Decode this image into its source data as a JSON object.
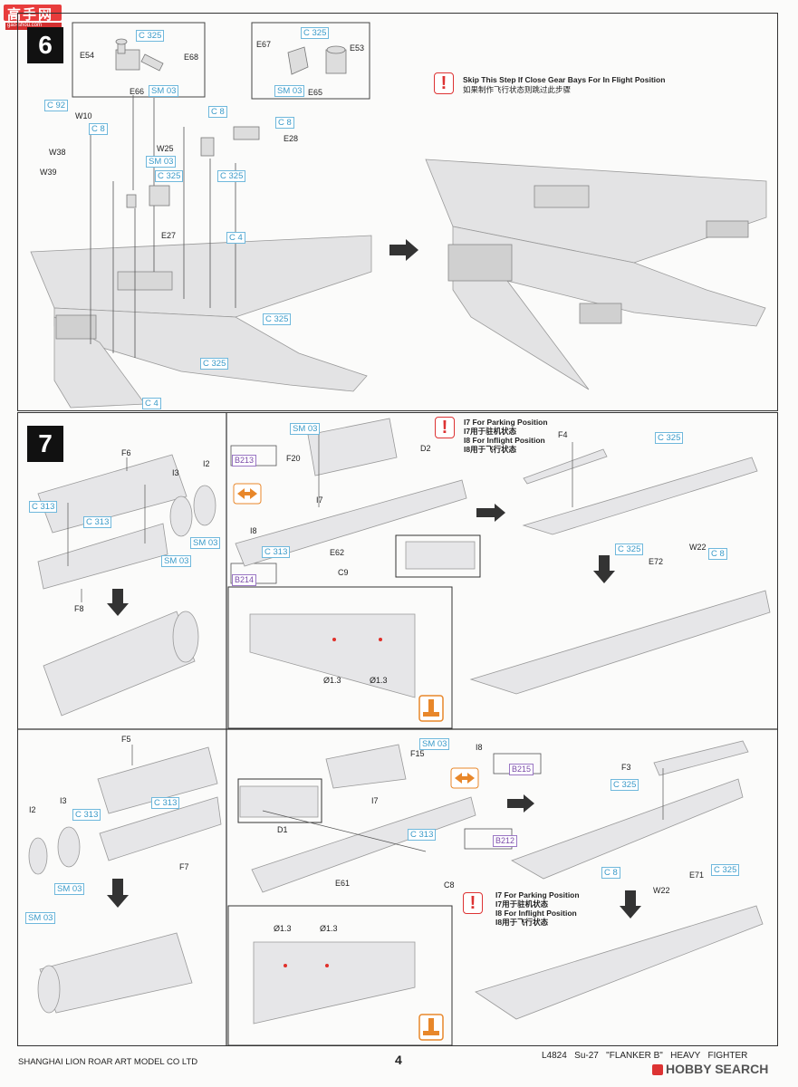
{
  "watermark": {
    "text": "高手网",
    "url": "gao-shou.com"
  },
  "step6": {
    "number": "6",
    "note_en": "Skip This Step If Close Gear Bays For In Flight Position",
    "note_cn": "如果制作飞行状态则跳过此步骤",
    "labels": {
      "c325_a": "C 325",
      "e54": "E54",
      "e68": "E68",
      "e66": "E66",
      "sm03_a": "SM 03",
      "c325_b": "C 325",
      "e67": "E67",
      "e53": "E53",
      "sm03_b": "SM 03",
      "e65": "E65",
      "c92": "C 92",
      "w10": "W10",
      "c8_a": "C 8",
      "c8_b": "C 8",
      "c8_c": "C 8",
      "w25": "W25",
      "w38": "W38",
      "w39": "W39",
      "sm03_c": "SM 03",
      "c325_c": "C 325",
      "e28": "E28",
      "c325_d": "C 325",
      "e27": "E27",
      "c4_a": "C 4",
      "c325_e": "C 325",
      "c325_f": "C 325",
      "c4_b": "C 4"
    }
  },
  "step7": {
    "number": "7",
    "note_en1": "I7 For Parking Position",
    "note_cn1": "I7用于驻机状态",
    "note_en2": "I8 For Inflight Position",
    "note_cn2": "I8用于飞行状态",
    "labels": {
      "f6": "F6",
      "i3": "I3",
      "i2": "I2",
      "c313_a": "C 313",
      "c313_b": "C 313",
      "sm03_a": "SM 03",
      "sm03_b": "SM 03",
      "f8": "F8",
      "sm03_c": "SM 03",
      "f20": "F20",
      "b213": "B213",
      "i7": "I7",
      "d2": "D2",
      "i8": "I8",
      "c313_c": "C 313",
      "e62": "E62",
      "b214": "B214",
      "c9": "C9",
      "f4": "F4",
      "c325_a": "C 325",
      "c325_b": "C 325",
      "e72": "E72",
      "w22": "W22",
      "c8": "C 8",
      "dia1": "Ø1.3",
      "dia2": "Ø1.3",
      "f5": "F5",
      "c313_d": "C 313",
      "c313_e": "C 313",
      "i2b": "I2",
      "i3b": "I3",
      "f7": "F7",
      "sm03_d": "SM 03",
      "sm03_e": "SM 03",
      "sm03_f": "SM 03",
      "f15": "F15",
      "i8b": "I8",
      "b215": "B215",
      "i7b": "I7",
      "d1": "D1",
      "c313_f": "C 313",
      "b212": "B212",
      "e61": "E61",
      "c8b": "C8",
      "f3": "F3",
      "c325_c": "C 325",
      "c8_c": "C 8",
      "w22b": "W22",
      "e71": "E71",
      "c325_d": "C 325",
      "dia3": "Ø1.3",
      "dia4": "Ø1.3"
    },
    "note2_en1": "I7 For Parking Position",
    "note2_cn1": "I7用于驻机状态",
    "note2_en2": "I8 For Inflight Position",
    "note2_cn2": "I8用于飞行状态"
  },
  "footer": {
    "company": "SHANGHAI LION ROAR ART MODEL CO LTD",
    "page": "4",
    "model": "L4824   Su-27   \"FLANKER B\"   HEAVY   FIGHTER",
    "brand": "HOBBY SEARCH"
  },
  "colors": {
    "cyan_label": "#3a9ac8",
    "purple_label": "#7a4aa8",
    "warning": "#dd3333",
    "drill": "#e8872a"
  }
}
